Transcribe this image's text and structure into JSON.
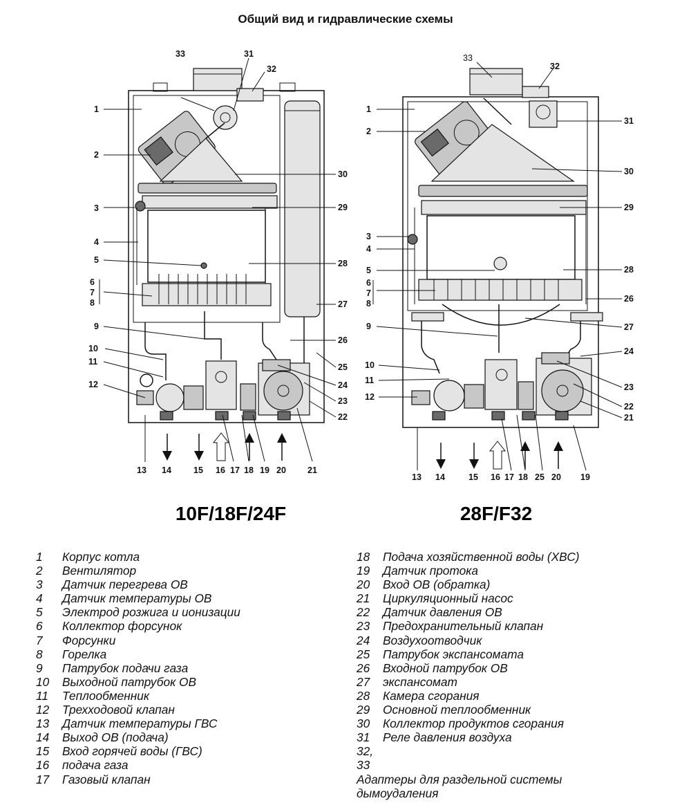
{
  "title": "Общий вид и гидравлические схемы",
  "models": {
    "left": "10F/18F/24F",
    "right": "28F/F32"
  },
  "callouts": {
    "left": [
      "33",
      "31",
      "32",
      "1",
      "2",
      "30",
      "3",
      "29",
      "4",
      "5",
      "28",
      "6",
      "7",
      "8",
      "27",
      "9",
      "26",
      "10",
      "25",
      "11",
      "24",
      "12",
      "23",
      "22",
      "13",
      "14",
      "15",
      "16",
      "17",
      "18",
      "19",
      "20",
      "21"
    ],
    "right": [
      "33",
      "32",
      "1",
      "31",
      "2",
      "30",
      "29",
      "3",
      "4",
      "5",
      "28",
      "6",
      "7",
      "8",
      "26",
      "9",
      "27",
      "24",
      "10",
      "11",
      "23",
      "12",
      "22",
      "21",
      "13",
      "14",
      "15",
      "16",
      "17",
      "18",
      "25",
      "20",
      "19"
    ]
  },
  "legend_left": [
    {
      "num": "1",
      "text": "Корпус котла"
    },
    {
      "num": "2",
      "text": "Вентилятор"
    },
    {
      "num": "3",
      "text": "Датчик перегрева ОВ"
    },
    {
      "num": "4",
      "text": "Датчик температуры ОВ"
    },
    {
      "num": "5",
      "text": "Электрод розжига и ионизации"
    },
    {
      "num": "6",
      "text": "Коллектор форсунок"
    },
    {
      "num": "7",
      "text": "Форсунки"
    },
    {
      "num": "8",
      "text": "Горелка"
    },
    {
      "num": "9",
      "text": "Патрубок подачи газа"
    },
    {
      "num": "10",
      "text": "Выходной патрубок ОВ"
    },
    {
      "num": "11",
      "text": "Теплообменник"
    },
    {
      "num": "12",
      "text": "Трехходовой клапан"
    },
    {
      "num": "13",
      "text": "Датчик температуры ГВС"
    },
    {
      "num": "14",
      "text": "Выход ОВ (подача)"
    },
    {
      "num": "15",
      "text": "Вход горячей воды (ГВС)"
    },
    {
      "num": "16",
      "text": "подача газа"
    },
    {
      "num": "17",
      "text": "Газовый клапан"
    }
  ],
  "legend_right": [
    {
      "num": "18",
      "text": "Подача хозяйственной воды (ХВС)"
    },
    {
      "num": "19",
      "text": "Датчик протока"
    },
    {
      "num": "20",
      "text": "Вход ОВ (обратка)"
    },
    {
      "num": "21",
      "text": "Циркуляционный насос"
    },
    {
      "num": "22",
      "text": "Датчик давления ОВ"
    },
    {
      "num": "23",
      "text": "Предохранительный клапан"
    },
    {
      "num": "24",
      "text": "Воздухоотводчик"
    },
    {
      "num": "25",
      "text": "Патрубок экспансомата"
    },
    {
      "num": "26",
      "text": "Входной патрубок ОВ"
    },
    {
      "num": "27",
      "text": "экспансомат"
    },
    {
      "num": "28",
      "text": "Камера сгорания"
    },
    {
      "num": "29",
      "text": "Основной теплообменник"
    },
    {
      "num": "30",
      "text": "Коллектор продуктов сгорания"
    },
    {
      "num": "31",
      "text": "Реле давления воздуха"
    },
    {
      "num": "32, 33",
      "text": "Адаптеры для раздельной системы дымоудаления"
    }
  ]
}
